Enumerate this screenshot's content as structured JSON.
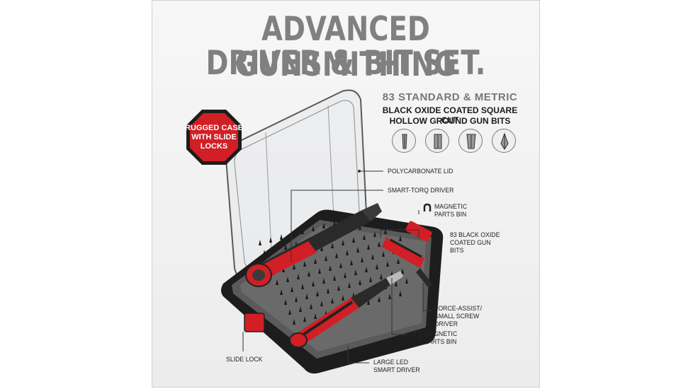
{
  "headline": {
    "line1": "ADVANCED GUNSMITHING",
    "line2": "DRIVER & BIT SET."
  },
  "specs": {
    "line1": "83 STANDARD & METRIC",
    "line2": "BLACK OXIDE COATED SQUARE CUT",
    "line3": "HOLLOW GROUND GUN BITS"
  },
  "badge": {
    "text": "RUGGED CASE WITH SLIDE LOCKS",
    "color": "#d11f25"
  },
  "bit_icons": [
    "flat-bit-icon",
    "square-bit-icon",
    "wide-flat-bit-icon",
    "phillips-bit-icon"
  ],
  "callouts": {
    "polycarbonate_lid": "POLYCARBONATE LID",
    "smart_torq_driver": "SMART-TORQ DRIVER",
    "magnetic_parts_bin_top": "MAGNETIC PARTS BIN",
    "black_oxide_bits": "83 BLACK OXIDE COATED GUN BITS",
    "force_assist_driver": "FORCE-ASSIST/ SMALL SCREW DRIVER",
    "magnetic_parts_bin_bottom": "MAGNETIC PARTS BIN",
    "slide_lock": "SLIDE LOCK",
    "large_led_driver": "LARGE LED SMART DRIVER"
  },
  "colors": {
    "accent_red": "#d11f25",
    "case_black": "#1d1d1d",
    "tray_gray": "#5a5a5a",
    "headline_gray": "#808080"
  }
}
